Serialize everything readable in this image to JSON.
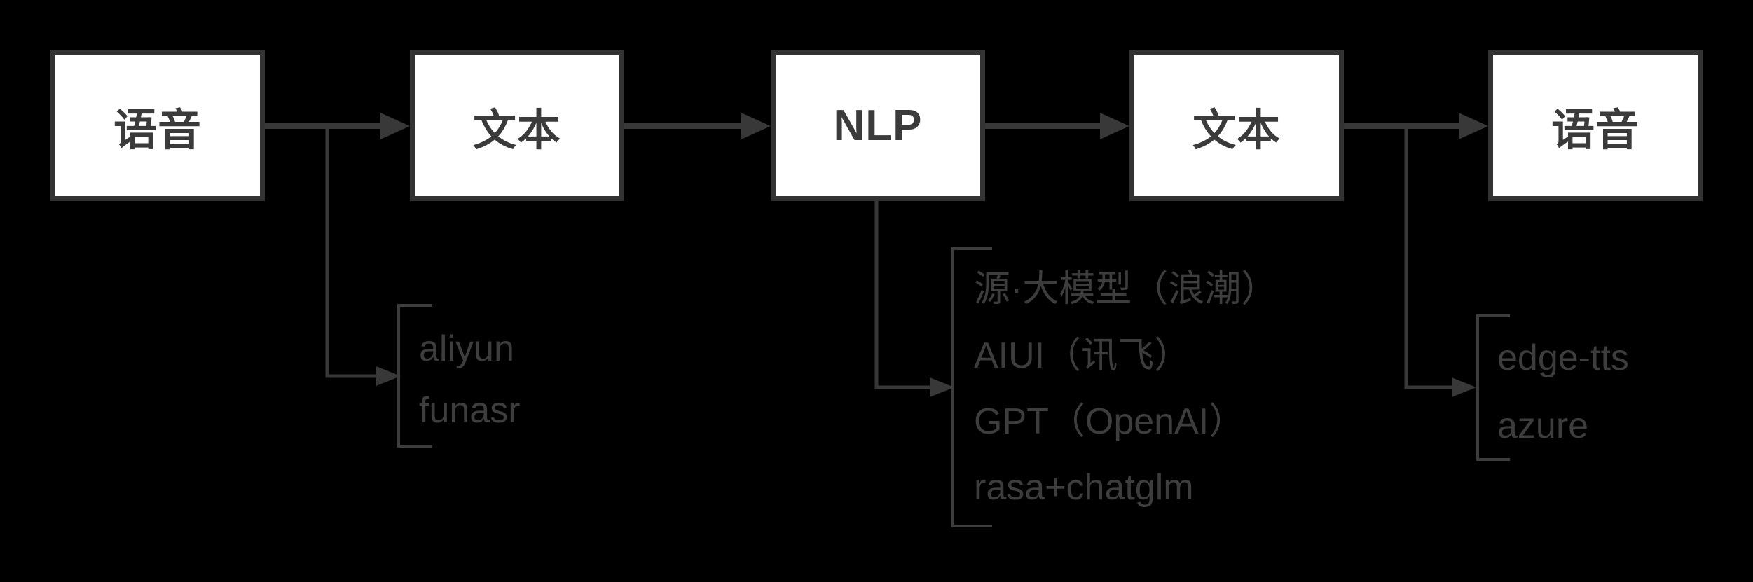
{
  "diagram": {
    "title": "speech-dialog-pipeline",
    "colors": {
      "background": "#000000",
      "connector": "#383838",
      "box_border": "#333333",
      "box_fill": "#ffffff",
      "box_text": "#3b3b3b",
      "annotation_text": "#3d3d3d"
    },
    "nodes": [
      {
        "id": "voice-input",
        "label": "语音"
      },
      {
        "id": "text-input",
        "label": "文本"
      },
      {
        "id": "nlp",
        "label": "NLP"
      },
      {
        "id": "text-output",
        "label": "文本"
      },
      {
        "id": "voice-output",
        "label": "语音"
      }
    ],
    "branches": [
      {
        "id": "asr-tools",
        "attached_to": "arrow voice-input → text-input",
        "items": [
          "aliyun",
          "funasr"
        ]
      },
      {
        "id": "nlp-tools",
        "attached_to": "nlp box bottom",
        "items": [
          "源·大模型（浪潮）",
          "AIUI（讯飞）",
          "GPT（OpenAI）",
          "rasa+chatglm"
        ]
      },
      {
        "id": "tts-tools",
        "attached_to": "arrow text-output → voice-output",
        "items": [
          "edge-tts",
          "azure"
        ]
      }
    ]
  }
}
